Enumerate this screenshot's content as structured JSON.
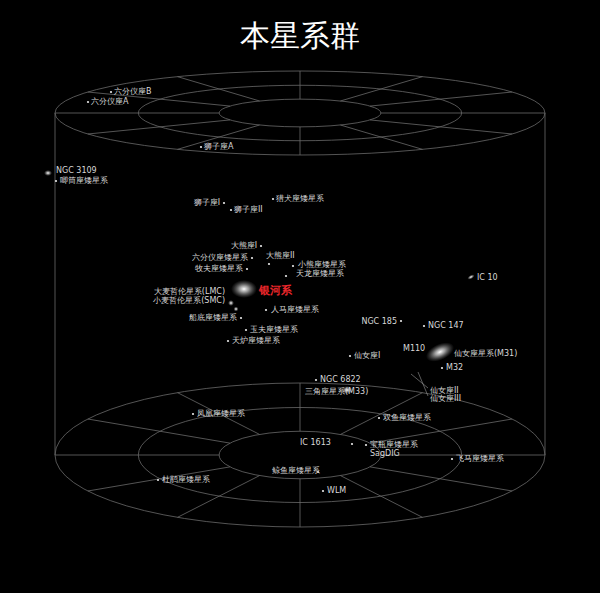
{
  "diagram": {
    "title": "本星系群",
    "labels": [
      "六分仪座B",
      "六分仪座A",
      "狮子座A",
      "NGC 3109",
      "唧筒座矮星系",
      "猎犬座矮星系",
      "狮子座I",
      "狮子座II",
      "大熊座I",
      "大熊座II",
      "六分仪座矮星系",
      "小熊座矮星系",
      "牧夫座矮星系",
      "天龙座矮星系",
      "银河系",
      "大麦哲伦星系(LMC)",
      "小麦哲伦星系(SMC)",
      "IC 10",
      "人马座矮星系",
      "船底座矮星系",
      "NGC 185",
      "NGC 147",
      "玉夫座矮星系",
      "天炉座矮星系",
      "M110",
      "仙女座星系(M31)",
      "仙女座I",
      "M32",
      "NGC 6822",
      "三角座星系(M33)",
      "仙女座II",
      "仙女座III",
      "凤凰座矮星系",
      "双鱼座矮星系",
      "IC 1613",
      "宝瓶座矮星系",
      "SagDIG",
      "飞马座矮星系",
      "鲸鱼座矮星系",
      "杜鹃座矮星系",
      "WLM"
    ]
  }
}
